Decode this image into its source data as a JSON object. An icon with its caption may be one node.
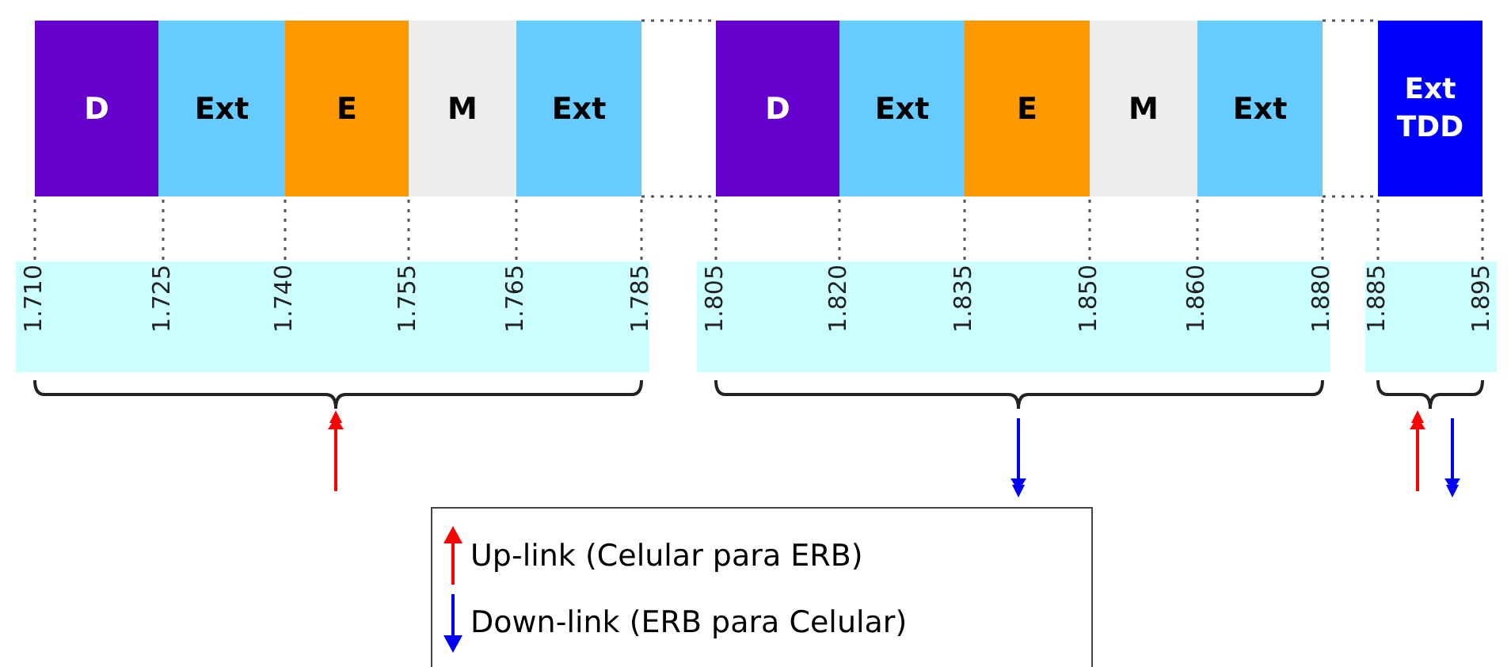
{
  "diagram": {
    "nodes": [
      {
        "text": [
          "D"
        ]
      },
      {
        "text": [
          "Ext"
        ]
      },
      {
        "text": [
          "E"
        ]
      },
      {
        "text": [
          "M"
        ]
      },
      {
        "text": [
          "Ext"
        ]
      },
      {
        "text": [
          "D"
        ]
      },
      {
        "text": [
          "Ext"
        ]
      },
      {
        "text": [
          "E"
        ]
      },
      {
        "text": [
          "M"
        ]
      },
      {
        "text": [
          "Ext"
        ]
      },
      {
        "text": [
          "Ext TDD"
        ]
      }
    ],
    "edges": [],
    "labels": [
      "1.710",
      "1.725",
      "1.740",
      "1.755",
      "1.765",
      "1.785",
      "1.805",
      "1.820",
      "1.835",
      "1.850",
      "1.860",
      "1.880",
      "1.885",
      "1.895"
    ],
    "legend": [
      {
        "text": "Up-link (Celular para ERB)"
      },
      {
        "text": "Down-link (ERB para Celular)"
      }
    ]
  }
}
